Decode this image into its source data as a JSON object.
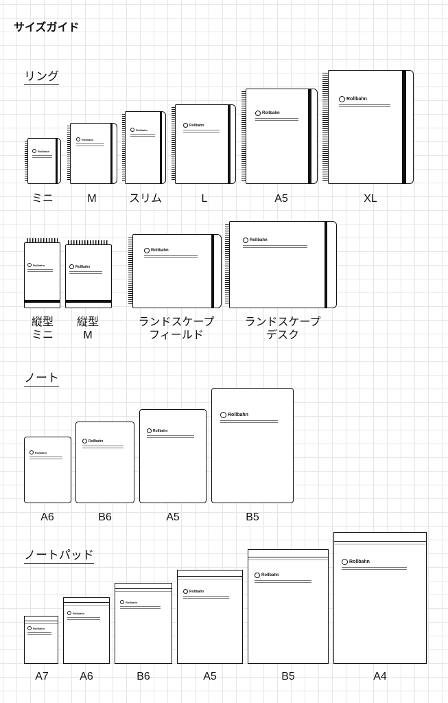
{
  "title": "サイズガイド",
  "brand": "Rollbahn",
  "sections": {
    "ring": "リング",
    "note": "ノート",
    "notepad": "ノートパッド"
  },
  "ring_row1": [
    "ミニ",
    "M",
    "スリム",
    "L",
    "A5",
    "XL"
  ],
  "ring_row2": [
    {
      "line1": "縦型",
      "line2": "ミニ"
    },
    {
      "line1": "縦型",
      "line2": "M"
    },
    {
      "line1": "ランドスケープ",
      "line2": "フィールド"
    },
    {
      "line1": "ランドスケープ",
      "line2": "デスク"
    }
  ],
  "note_sizes": [
    "A6",
    "B6",
    "A5",
    "B5"
  ],
  "notepad_sizes": [
    "A7",
    "A6",
    "B6",
    "A5",
    "B5",
    "A4"
  ]
}
